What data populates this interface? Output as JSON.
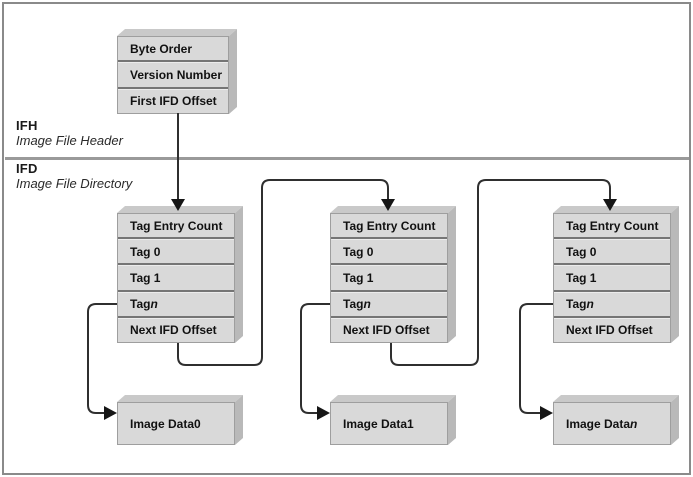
{
  "header_box": {
    "rows": [
      "Byte Order",
      "Version Number",
      "First IFD Offset"
    ]
  },
  "sections": {
    "ifh_abbr": "IFH",
    "ifh_name": "Image File Header",
    "ifd_abbr": "IFD",
    "ifd_name": "Image File Directory"
  },
  "ifd_box": {
    "rows": [
      {
        "text": "Tag Entry Count"
      },
      {
        "text": "Tag 0"
      },
      {
        "text": "Tag 1"
      },
      {
        "prefix": "Tag ",
        "var": "n"
      },
      {
        "text": "Next IFD Offset"
      }
    ]
  },
  "image_data_boxes": [
    {
      "prefix": "Image Data ",
      "var": "0"
    },
    {
      "prefix": "Image Data ",
      "var": "1"
    },
    {
      "prefix": "Image Data ",
      "var": "n"
    }
  ],
  "colors": {
    "box_front": "#d9d9d9",
    "box_top": "#c9c9c9",
    "box_side": "#b9b9b9",
    "row_separator": "#757575",
    "section_divider": "#9a9a9a",
    "connector": "#2f2f2f"
  }
}
